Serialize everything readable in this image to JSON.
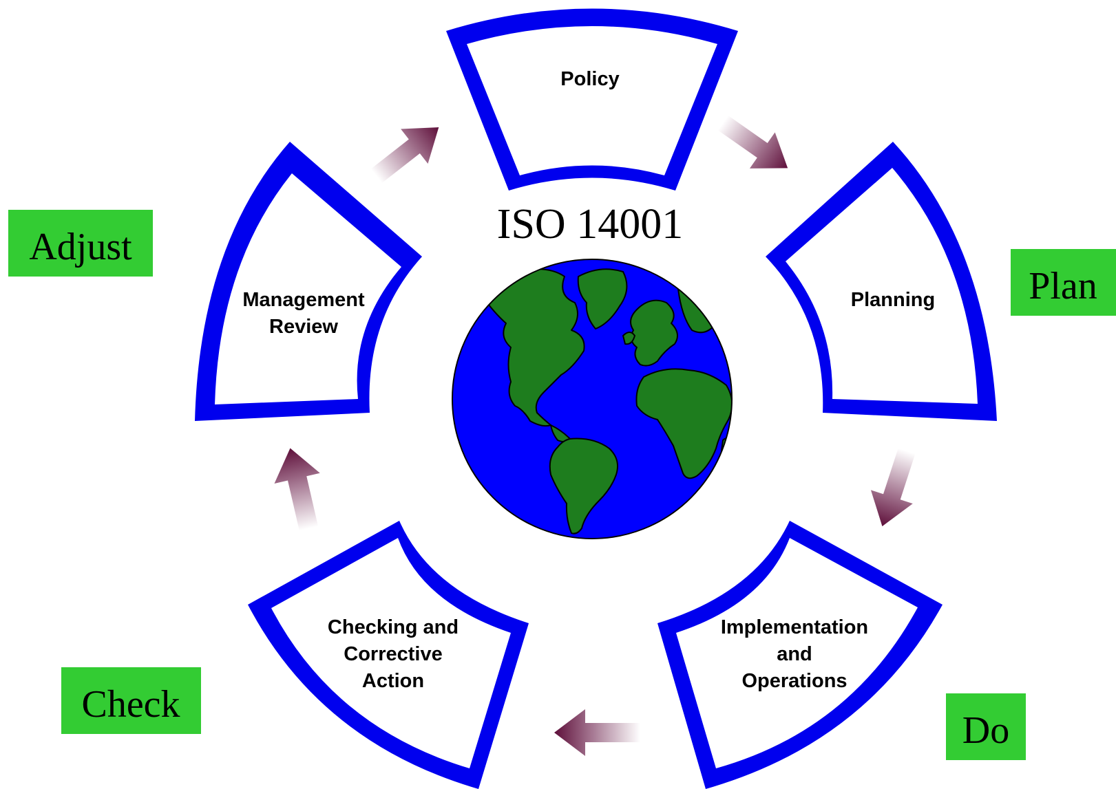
{
  "diagram": {
    "title": "ISO 14001",
    "colors": {
      "segment_border": "#0000ee",
      "phase_box": "#33cc33",
      "arrow": "#6b1a45",
      "globe_ocean": "#0000ff",
      "globe_land": "#1e7d1e"
    },
    "segments": [
      {
        "id": "policy",
        "lines": [
          "Policy"
        ]
      },
      {
        "id": "planning",
        "lines": [
          "Planning"
        ]
      },
      {
        "id": "implementation",
        "lines": [
          "Implementation",
          "and",
          "Operations"
        ]
      },
      {
        "id": "checking",
        "lines": [
          "Checking and",
          "Corrective",
          "Action"
        ]
      },
      {
        "id": "review",
        "lines": [
          "Management",
          "Review"
        ]
      }
    ],
    "phases": {
      "adjust": "Adjust",
      "plan": "Plan",
      "do": "Do",
      "check": "Check"
    },
    "icons": [
      "globe-icon",
      "cycle-arrow-icon"
    ]
  }
}
